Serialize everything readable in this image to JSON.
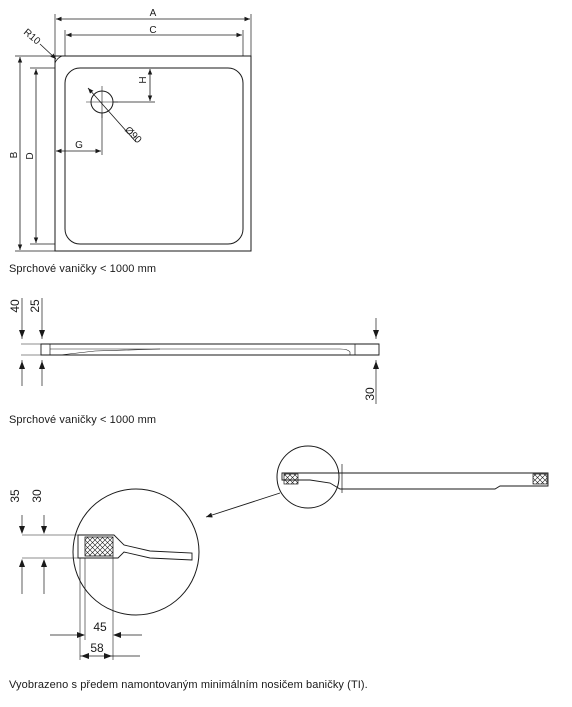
{
  "captions": {
    "top": "Sprchové vaničky < 1000 mm",
    "middle": "Sprchové vaničky < 1000 mm",
    "bottom": "Vyobrazeno s předem namontovaným minimálním nosičem baničky (TI)."
  },
  "plan_view": {
    "dimensions": {
      "a": "A",
      "b": "B",
      "c": "C",
      "d": "D",
      "g": "G",
      "h": "H",
      "radius": "R10",
      "drain": "Ø90"
    }
  },
  "side_view": {
    "dimensions": {
      "total_height": "40",
      "edge_height": "25",
      "right_height": "30"
    }
  },
  "detail_view": {
    "dimensions": {
      "total_height": "35",
      "edge_height": "30",
      "inner_width": "45",
      "outer_width": "58"
    }
  }
}
